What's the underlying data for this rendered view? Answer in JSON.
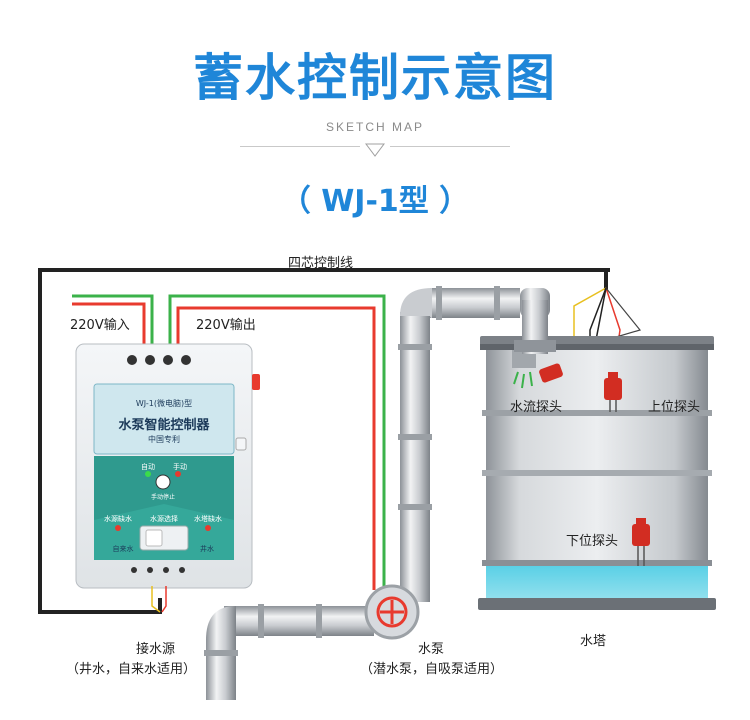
{
  "header": {
    "title": "蓄水控制示意图",
    "subtitle": "SKETCH MAP",
    "model": "（ WJ-1型 ）"
  },
  "labels": {
    "four_core_wire": "四芯控制线",
    "input_220v": "220V输入",
    "output_220v": "220V输出",
    "water_source": "接水源",
    "water_source_note": "（井水，自来水适用）",
    "pump": "水泵",
    "pump_note": "（潜水泵，自吸泵适用）",
    "tower": "水塔",
    "flow_probe": "水流探头",
    "upper_probe": "上位探头",
    "lower_probe": "下位探头"
  },
  "device": {
    "model_line": "WJ-1(微电脑)型",
    "name": "水泵智能控制器",
    "patent": "中国专利",
    "mode_auto": "自动",
    "mode_manual": "手动",
    "indicator_left": "水源缺水",
    "switch_label": "水源选择",
    "indicator_right": "水塔缺水",
    "btn_left": "自来水",
    "btn_right": "井水",
    "center_btn": "手动停止"
  },
  "colors": {
    "title": "#1f86d8",
    "wire_red": "#e83a2e",
    "wire_green": "#3bb24a",
    "wire_black": "#222222",
    "water": "#5ad0e6",
    "panel_teal": "#2f9a8e"
  }
}
